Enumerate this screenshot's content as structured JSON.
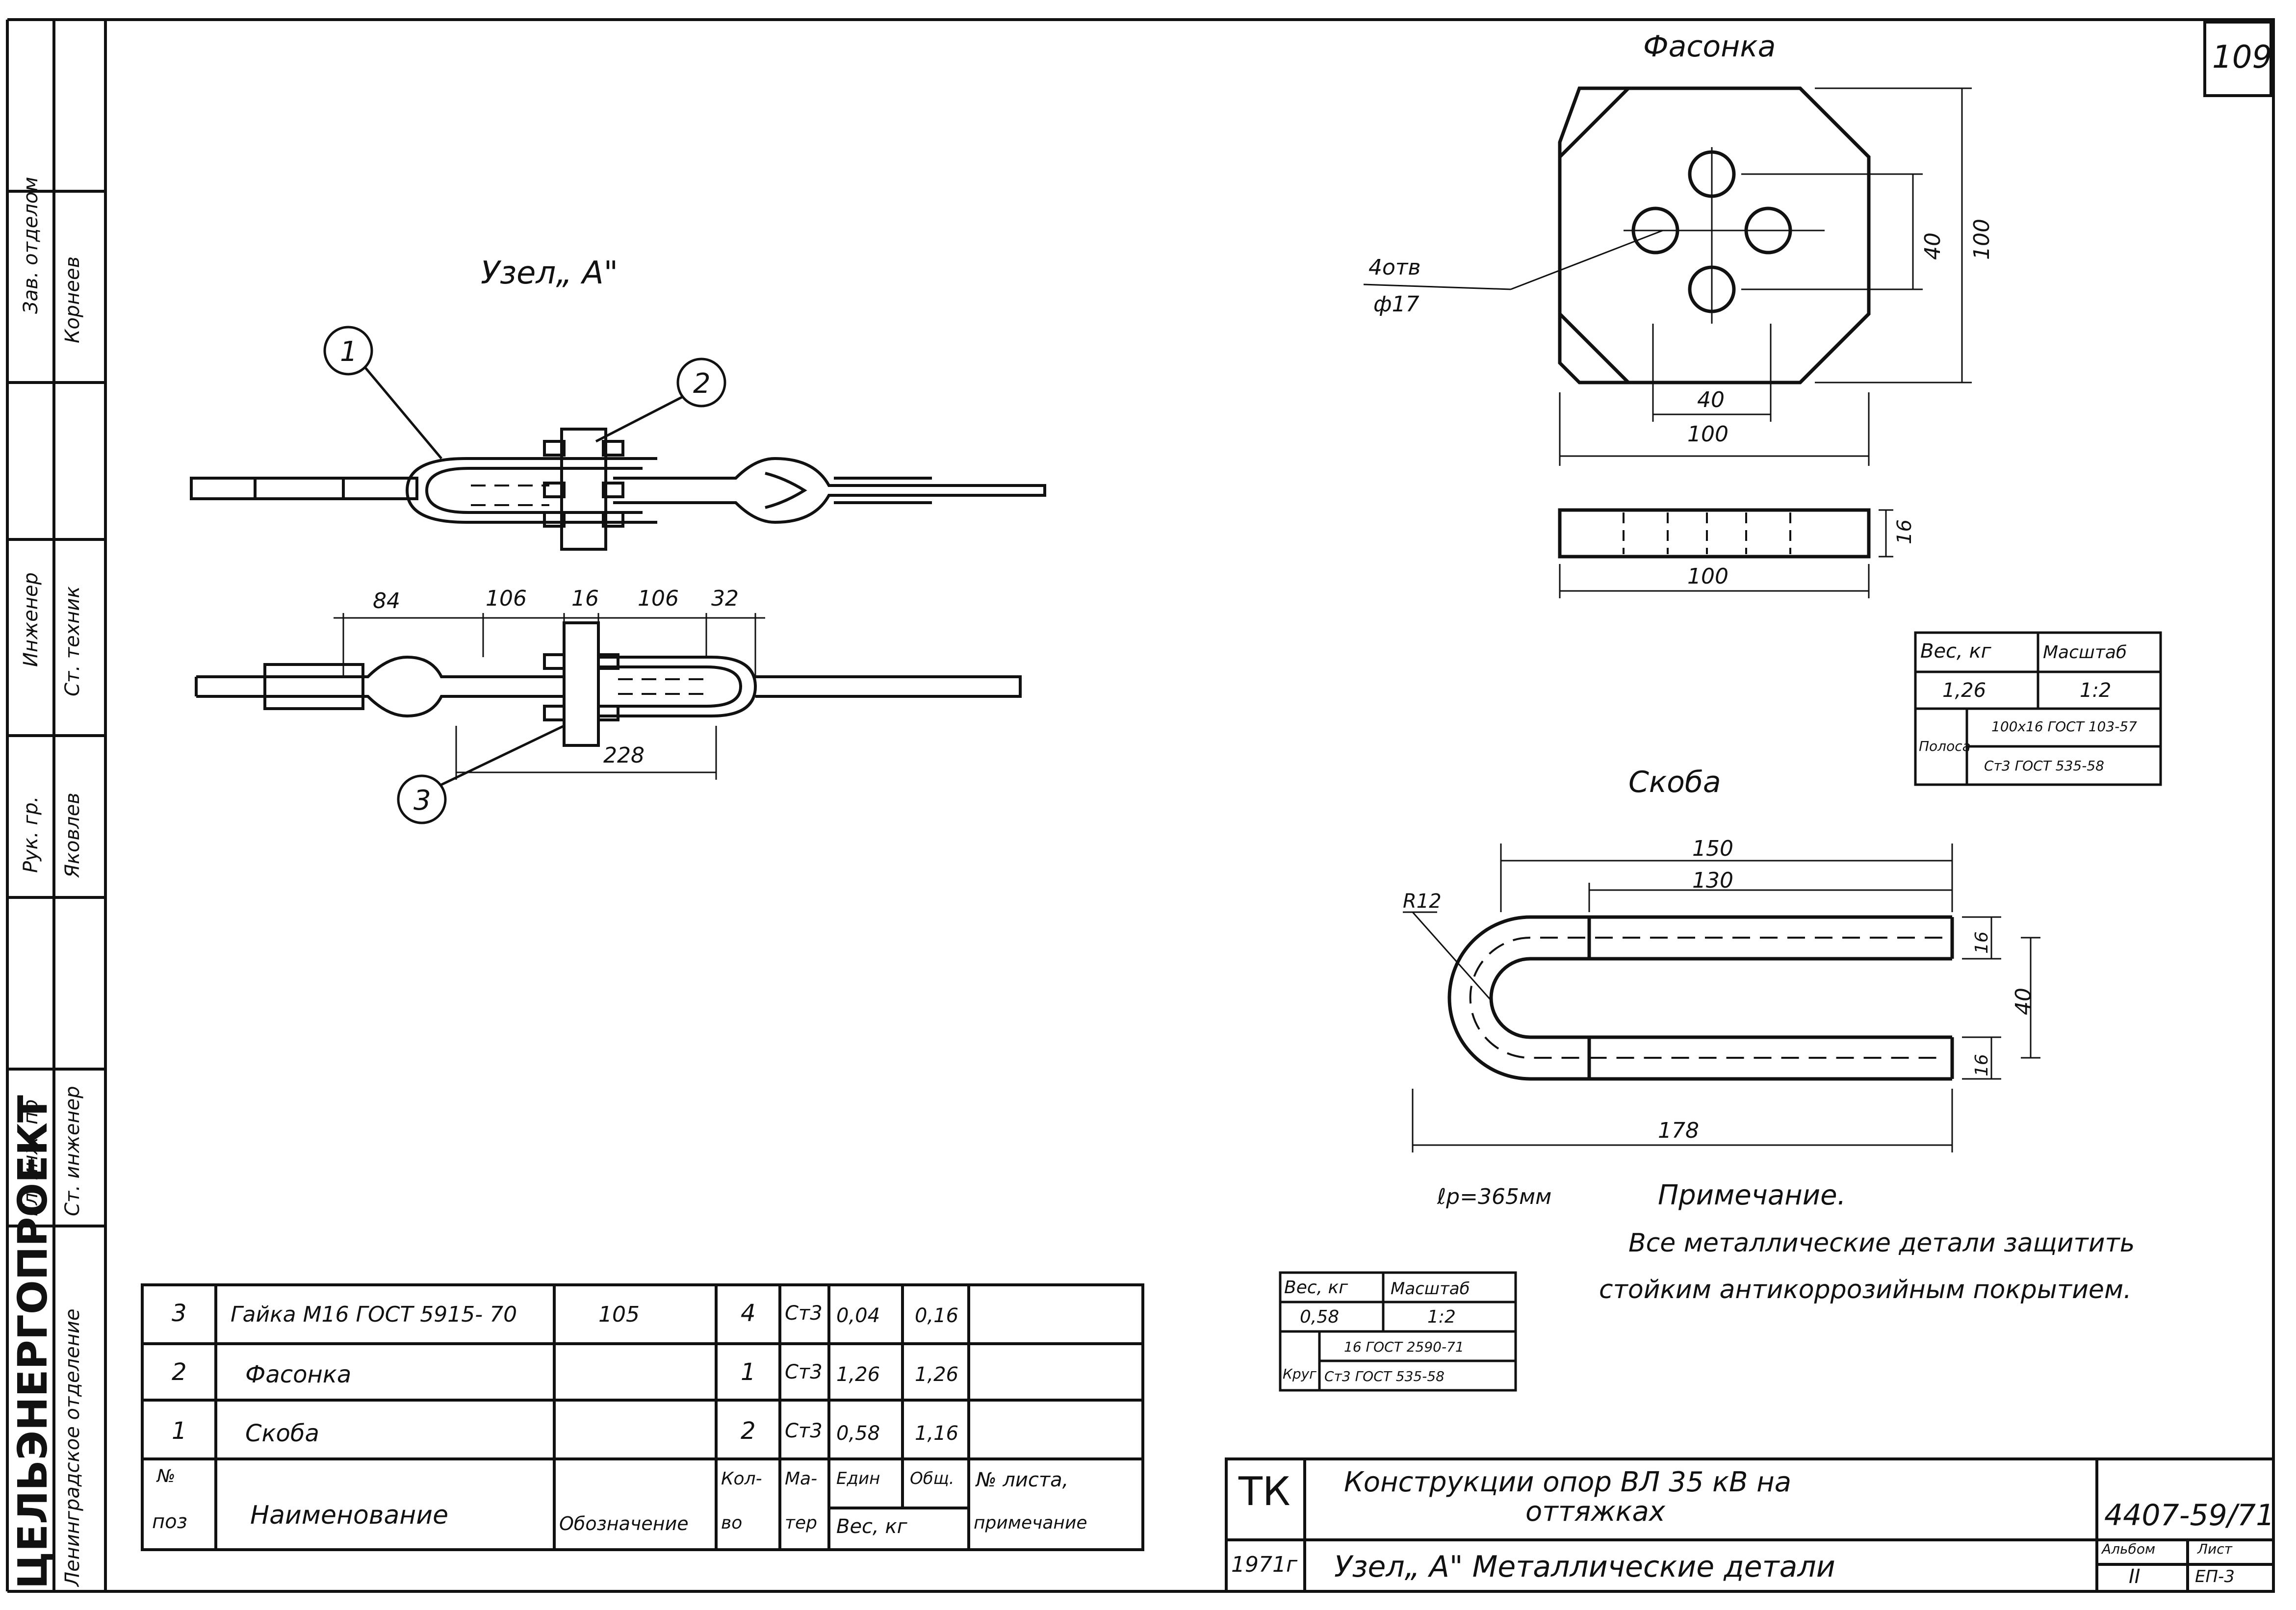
{
  "sheet": {
    "number": "109",
    "colors": {
      "ink": "#111111",
      "paper": "#ffffff"
    }
  },
  "views": {
    "node_title": "Узел„ А\"",
    "plate_title": "Фасонка",
    "bracket_title": "Скоба",
    "callouts": [
      "1",
      "2",
      "3"
    ],
    "node_dims": [
      "84",
      "106",
      "16",
      "106",
      "32",
      "228"
    ],
    "plate_hole_note_top": "4отв",
    "plate_hole_note_bottom": "ф17",
    "plate_dims": [
      "40",
      "100",
      "40",
      "100",
      "16",
      "100"
    ],
    "bracket_dims": [
      "150",
      "130",
      "R12",
      "16",
      "40",
      "16",
      "178"
    ],
    "bracket_length_note": "ℓр=365мм"
  },
  "plate_table": {
    "weight_header": "Вес, кг",
    "scale_header": "Масштаб",
    "weight": "1,26",
    "scale": "1:2",
    "material_label": "Полоса",
    "material_top": "100х16 ГОСТ 103-57",
    "material_bottom": "Ст3 ГОСТ 535-58"
  },
  "bracket_table": {
    "weight_header": "Вес, кг",
    "scale_header": "Масштаб",
    "weight": "0,58",
    "scale": "1:2",
    "material_label": "Круг",
    "material_top": "16 ГОСТ 2590-71",
    "material_bottom": "Ст3 ГОСТ 535-58"
  },
  "note": {
    "title": "Примечание.",
    "line1": "Все металлические детали защитить",
    "line2": "стойким антикоррозийным покрытием."
  },
  "spec_table": {
    "rows": [
      {
        "pos": "3",
        "name": "Гайка М16 ГОСТ 5915- 70",
        "designation": "105",
        "qty": "4",
        "material": "Ст3",
        "unit_weight": "0,04",
        "total_weight": "0,16",
        "note": ""
      },
      {
        "pos": "2",
        "name": "Фасонка",
        "designation": "",
        "qty": "1",
        "material": "Ст3",
        "unit_weight": "1,26",
        "total_weight": "1,26",
        "note": ""
      },
      {
        "pos": "1",
        "name": "Скоба",
        "designation": "",
        "qty": "2",
        "material": "Ст3",
        "unit_weight": "0,58",
        "total_weight": "1,16",
        "note": ""
      }
    ],
    "header": {
      "pos_top": "№",
      "pos_bottom": "поз",
      "name": "Наименование",
      "designation": "Обозначение",
      "qty_top": "Кол-",
      "qty_bottom": "во",
      "material_top": "Ма-",
      "material_bottom": "тер",
      "unit_weight_top": "Един",
      "total_weight_top": "Общ.",
      "weight_bottom": "Вес, кг",
      "note_top": "№ листа,",
      "note_bottom": "примечание"
    }
  },
  "title_block": {
    "stamp": "ТК",
    "year": "1971г",
    "title_line1": "Конструкции опор ВЛ 35 кВ на",
    "title_line2": "оттяжках",
    "subtitle": "Узел„ А\"  Металлические детали",
    "code": "4407-59/71",
    "album_label": "Альбом",
    "album": "II",
    "sheet_label": "Лист",
    "sheet": "ЕП-3"
  },
  "left_strip": {
    "org": "ЦЕЛЬЭНЕРГОПРОЕКТ",
    "dept": "Ленинградское отделение",
    "roles": [
      "Зав. отделом",
      "Инженер",
      "Рук. гр.",
      "Гл. инж. пр",
      "Ст. инженер"
    ],
    "names": [
      "Корнеев",
      "Ст. техник",
      "Яковлев",
      "",
      ""
    ]
  }
}
